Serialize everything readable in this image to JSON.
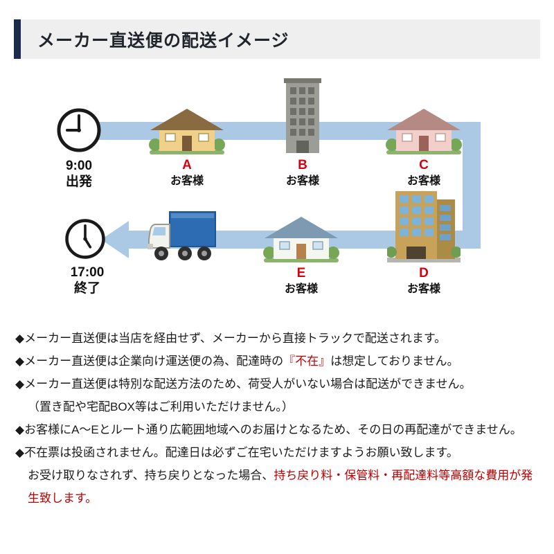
{
  "header": {
    "title": "メーカー直送便の配送イメージ"
  },
  "diagram": {
    "start": {
      "time": "9:00",
      "label": "出発"
    },
    "end": {
      "time": "17:00",
      "label": "終了"
    },
    "stops": [
      {
        "letter": "A",
        "label": "お客様",
        "icon": "yellow-house-icon"
      },
      {
        "letter": "B",
        "label": "お客様",
        "icon": "gray-building-icon"
      },
      {
        "letter": "C",
        "label": "お客様",
        "icon": "pink-house-icon"
      },
      {
        "letter": "D",
        "label": "お客様",
        "icon": "tan-building-icon"
      },
      {
        "letter": "E",
        "label": "お客様",
        "icon": "blue-roof-house-icon"
      }
    ],
    "vehicle": "truck-icon"
  },
  "colors": {
    "route": "#abc8e4",
    "letter_red": "#d7000f",
    "text_red": "#c00000",
    "header_bg": "#efefef",
    "header_accent": "#1c2b4a"
  },
  "notes": {
    "items": [
      {
        "segments": [
          {
            "text": "◆メーカー直送便は当店を経由せず、メーカーから直接トラックで配送されます。",
            "red": false
          }
        ]
      },
      {
        "segments": [
          {
            "text": "◆メーカー直送便は企業向け運送便の為、配達時の",
            "red": false
          },
          {
            "text": "『不在』",
            "red": true
          },
          {
            "text": "は想定しておりません。",
            "red": false
          }
        ]
      },
      {
        "segments": [
          {
            "text": "◆メーカー直送便は特別な配送方法のため、荷受人がいない場合は配送ができません。",
            "red": false
          }
        ]
      },
      {
        "cont": true,
        "segments": [
          {
            "text": "（置き配や宅配BOX等はご利用いただけません。）",
            "red": false
          }
        ]
      },
      {
        "segments": [
          {
            "text": "◆お客様にA～Eとルート通り広範囲地域へのお届けとなるため、その日の再配達ができません。",
            "red": false
          }
        ]
      },
      {
        "segments": [
          {
            "text": "◆不在票は投函されません。配達日は必ずご在宅いただけますようお願い致します。",
            "red": false
          }
        ]
      },
      {
        "cont": true,
        "segments": [
          {
            "text": "お受け取りなされず、持ち戻りとなった場合、",
            "red": false
          },
          {
            "text": "持ち戻り料・保管料・再配達料等高額な費用が発生致します。",
            "red": true
          }
        ]
      }
    ]
  }
}
